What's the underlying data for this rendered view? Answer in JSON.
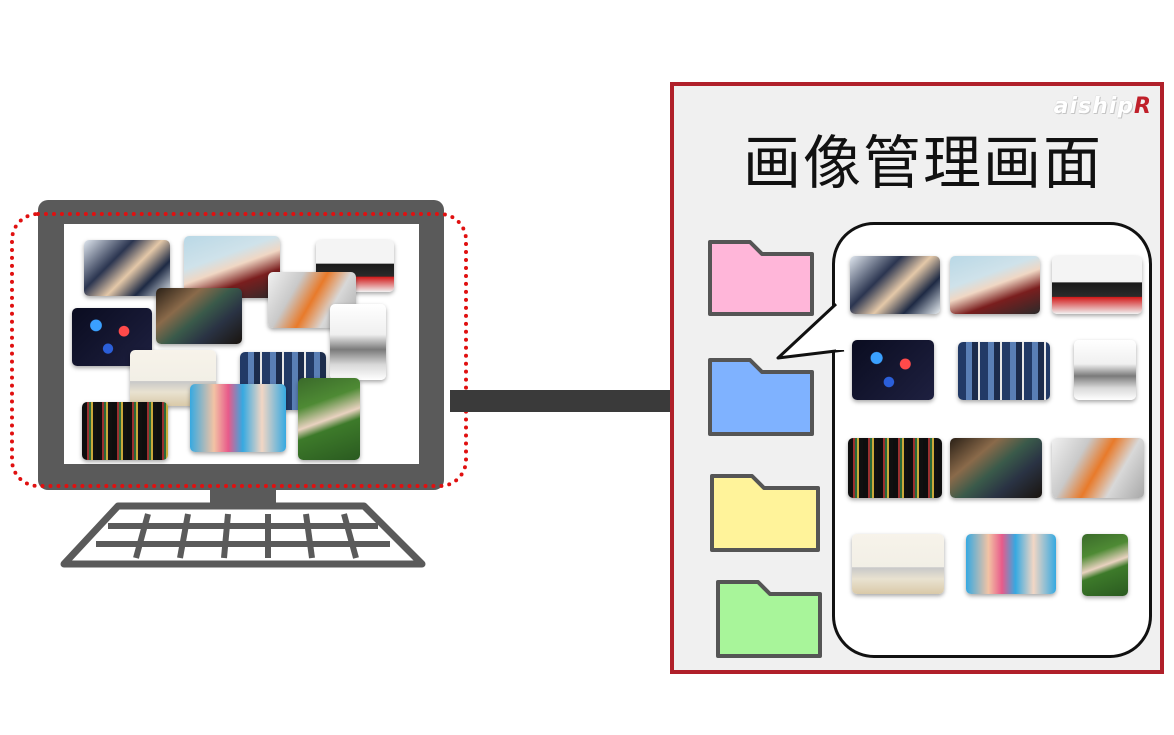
{
  "panel": {
    "title": "画像管理画面",
    "brand": {
      "text": "aiship",
      "accent": "R"
    }
  },
  "colors": {
    "panel_border": "#b0202a",
    "dotted_outline": "#e01010",
    "monitor": "#5a5a5a",
    "arrow": "#3a3a3a"
  },
  "folders": [
    {
      "name": "pink-folder",
      "color": "#ffb6d9"
    },
    {
      "name": "blue-folder",
      "color": "#7fb2ff"
    },
    {
      "name": "yellow-folder",
      "color": "#fff39a"
    },
    {
      "name": "green-folder",
      "color": "#a8f59a"
    }
  ],
  "icons": [
    "computer-monitor-icon",
    "keyboard-icon",
    "folder-icon",
    "arrow-right-icon",
    "speech-bubble-icon"
  ]
}
